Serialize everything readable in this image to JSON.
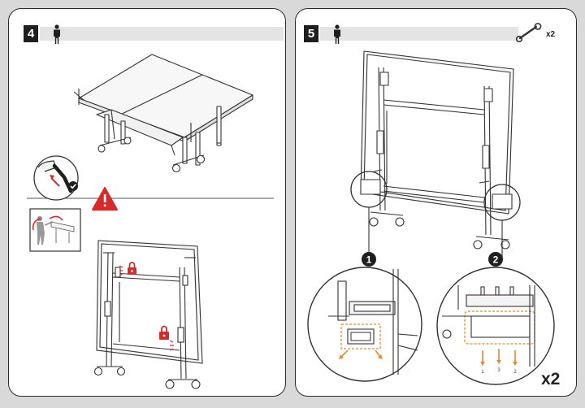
{
  "steps": [
    {
      "number": "4",
      "icons": [
        "person-icon",
        "warning-icon",
        "lock-icon",
        "checkmark-icon",
        "arrow-icon"
      ],
      "colors": {
        "warning": "#d72b2b",
        "lock": "#d72b2b"
      }
    },
    {
      "number": "5",
      "tool_quantity": "x2",
      "quantity": "x2",
      "callouts": [
        "1",
        "2"
      ],
      "detail_labels": [
        "1",
        "3",
        "2"
      ],
      "icons": [
        "person-icon",
        "wrench-icon",
        "arrow-icon"
      ],
      "colors": {
        "highlight": "#e8892b"
      }
    }
  ]
}
